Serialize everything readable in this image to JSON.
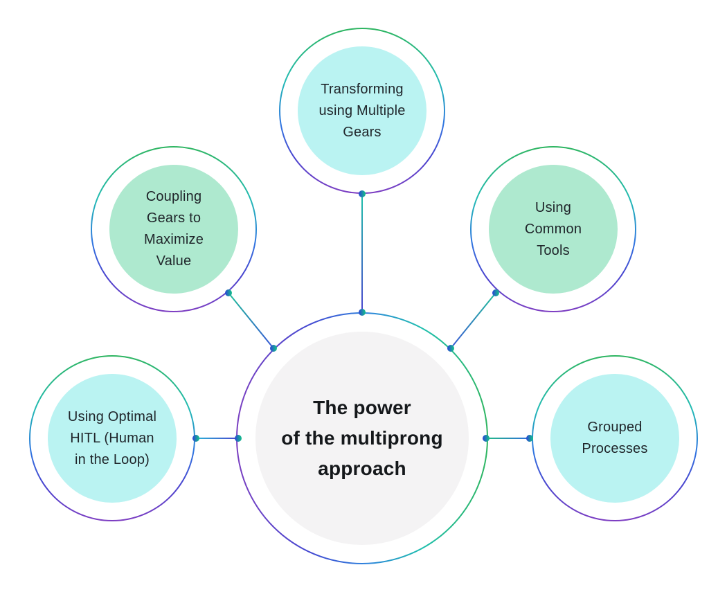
{
  "diagram": {
    "type": "hub-and-spoke",
    "center": {
      "id": "center",
      "lines": [
        "The power",
        "of the multiprong",
        "approach"
      ],
      "fill": "#f4f3f4",
      "text_color": "#15181b"
    },
    "nodes": [
      {
        "id": "transforming-using-multiple-gears",
        "position": "top",
        "lines": [
          "Transforming",
          "using Multiple",
          "Gears"
        ],
        "fill": "#baf3f2"
      },
      {
        "id": "coupling-gears-to-maximize-value",
        "position": "upper-left",
        "lines": [
          "Coupling",
          "Gears to",
          "Maximize",
          "Value"
        ],
        "fill": "#aee9cf"
      },
      {
        "id": "using-common-tools",
        "position": "upper-right",
        "lines": [
          "Using",
          "Common",
          "Tools"
        ],
        "fill": "#aee9cf"
      },
      {
        "id": "using-optimal-hitl",
        "position": "left",
        "lines": [
          "Using Optimal",
          "HITL (Human",
          "in the Loop)"
        ],
        "fill": "#baf3f2"
      },
      {
        "id": "grouped-processes",
        "position": "right",
        "lines": [
          "Grouped",
          "Processes"
        ],
        "fill": "#baf3f2"
      }
    ],
    "connections": [
      {
        "from": "center",
        "to": "transforming-using-multiple-gears"
      },
      {
        "from": "center",
        "to": "coupling-gears-to-maximize-value"
      },
      {
        "from": "center",
        "to": "using-common-tools"
      },
      {
        "from": "center",
        "to": "using-optimal-hitl"
      },
      {
        "from": "center",
        "to": "grouped-processes"
      }
    ],
    "colors": {
      "ring_green": "#2eb560",
      "ring_teal": "#22bbb4",
      "ring_blue": "#3177e1",
      "ring_purple": "#7e3ec2",
      "connector_teal": "#1cc0a8",
      "connector_blue": "#4a44cf",
      "dot_blue": "#2b43d6",
      "dot_green": "#12c487",
      "satellite_text": "#20262b",
      "background": "#ffffff"
    }
  }
}
